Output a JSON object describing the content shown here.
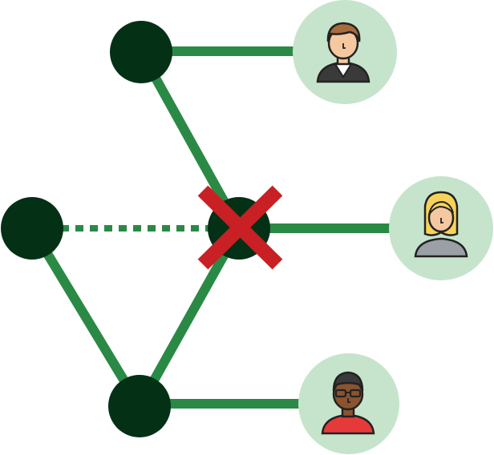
{
  "colors": {
    "background": "#ffffff",
    "node_fill": "#043016",
    "edge": "#2a8a45",
    "avatar_circle": "#c6e4cc",
    "failure_mark": "#c82024",
    "outline": "#222222"
  },
  "nodes": [
    {
      "id": "node-top",
      "icon": "network-node"
    },
    {
      "id": "node-left",
      "icon": "network-node"
    },
    {
      "id": "node-center",
      "icon": "network-node",
      "status": "failed"
    },
    {
      "id": "node-bottom",
      "icon": "network-node"
    }
  ],
  "edges": [
    {
      "from": "node-top",
      "to": "node-center",
      "style": "solid"
    },
    {
      "from": "node-left",
      "to": "node-center",
      "style": "dashed"
    },
    {
      "from": "node-left",
      "to": "node-bottom",
      "style": "solid"
    },
    {
      "from": "node-bottom",
      "to": "node-center",
      "style": "solid"
    },
    {
      "from": "node-top",
      "to": "user-top",
      "style": "solid"
    },
    {
      "from": "node-center",
      "to": "user-middle",
      "style": "solid"
    },
    {
      "from": "node-bottom",
      "to": "user-bottom",
      "style": "solid"
    }
  ],
  "users": [
    {
      "id": "user-top",
      "icon": "man-brown-hair-dark-jacket-icon"
    },
    {
      "id": "user-middle",
      "icon": "woman-blonde-hair-icon"
    },
    {
      "id": "user-bottom",
      "icon": "man-glasses-red-shirt-icon"
    }
  ],
  "failure_marker": {
    "icon": "red-x-icon",
    "target": "node-center"
  }
}
